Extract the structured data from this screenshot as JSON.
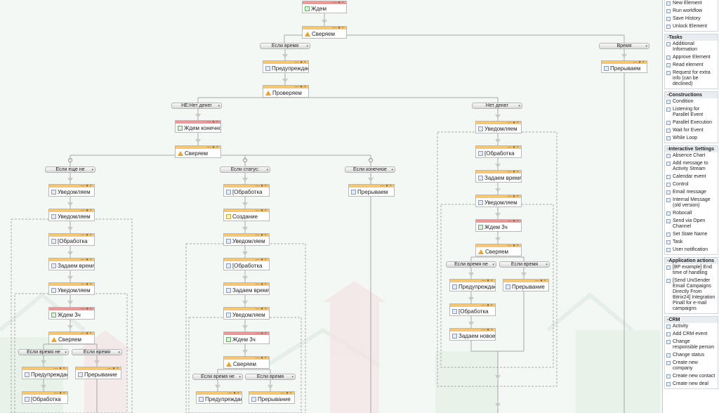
{
  "canvas": {
    "blocks": [
      {
        "id": "b1",
        "text": "Ждем",
        "style": "pink",
        "icon": "g"
      },
      {
        "id": "b2",
        "text": "Сверяем",
        "style": "norm",
        "icon": "w"
      },
      {
        "id": "b3",
        "text": "Предупреждаем",
        "style": "norm",
        "icon": "b"
      },
      {
        "id": "b4",
        "text": "Проверяем",
        "style": "norm",
        "icon": "w"
      },
      {
        "id": "b5",
        "text": "Ждем конечной",
        "style": "pink",
        "icon": "g"
      },
      {
        "id": "b6",
        "text": "Сверяем",
        "style": "norm",
        "icon": "w"
      },
      {
        "id": "c1",
        "text": "Уведомляем",
        "style": "norm",
        "icon": "b"
      },
      {
        "id": "c2",
        "text": "Уведомляем",
        "style": "norm",
        "icon": "b"
      },
      {
        "id": "c3",
        "text": "[Обработка",
        "style": "norm",
        "icon": "b"
      },
      {
        "id": "c4",
        "text": "Задаем время",
        "style": "norm",
        "icon": "b"
      },
      {
        "id": "c5",
        "text": "Уведомляем",
        "style": "norm",
        "icon": "b"
      },
      {
        "id": "c6",
        "text": "Ждем 3ч",
        "style": "pink",
        "icon": "g"
      },
      {
        "id": "c7",
        "text": "Сверяем",
        "style": "norm",
        "icon": "w"
      },
      {
        "id": "c8",
        "text": "Предупреждаем",
        "style": "norm",
        "icon": "b"
      },
      {
        "id": "c9",
        "text": "Прерывание",
        "style": "norm",
        "icon": "b"
      },
      {
        "id": "c10",
        "text": "[Обработка",
        "style": "norm",
        "icon": "b"
      },
      {
        "id": "d1",
        "text": "[Обработка",
        "style": "norm",
        "icon": "b"
      },
      {
        "id": "d2",
        "text": "Создание",
        "style": "norm",
        "icon": "c"
      },
      {
        "id": "d3",
        "text": "Уведомляем",
        "style": "norm",
        "icon": "b"
      },
      {
        "id": "d4",
        "text": "[Обработка",
        "style": "norm",
        "icon": "b"
      },
      {
        "id": "d5",
        "text": "Задаем время",
        "style": "norm",
        "icon": "b"
      },
      {
        "id": "d6",
        "text": "Уведомляем",
        "style": "norm",
        "icon": "b"
      },
      {
        "id": "d7",
        "text": "Ждем 3ч",
        "style": "pink",
        "icon": "g"
      },
      {
        "id": "d8",
        "text": "Сверяем",
        "style": "norm",
        "icon": "w"
      },
      {
        "id": "d9",
        "text": "Предупреждаем",
        "style": "norm",
        "icon": "b"
      },
      {
        "id": "d10",
        "text": "Прерывание",
        "style": "norm",
        "icon": "b"
      },
      {
        "id": "e1",
        "text": "Прерываем",
        "style": "norm",
        "icon": "b"
      },
      {
        "id": "f1",
        "text": "Уведомляем",
        "style": "norm",
        "icon": "b"
      },
      {
        "id": "f2",
        "text": "[Обработка",
        "style": "norm",
        "icon": "b"
      },
      {
        "id": "f3",
        "text": "Задаем время",
        "style": "norm",
        "icon": "b"
      },
      {
        "id": "f4",
        "text": "Уведомляем",
        "style": "norm",
        "icon": "b"
      },
      {
        "id": "f5",
        "text": "Ждем 3ч",
        "style": "pink",
        "icon": "g"
      },
      {
        "id": "f6",
        "text": "Сверяем",
        "style": "norm",
        "icon": "w"
      },
      {
        "id": "f7",
        "text": "Предупреждаем",
        "style": "norm",
        "icon": "b"
      },
      {
        "id": "f8",
        "text": "Прерывание",
        "style": "norm",
        "icon": "b"
      },
      {
        "id": "f9",
        "text": "[Обработка",
        "style": "norm",
        "icon": "b"
      },
      {
        "id": "f10",
        "text": "Задаем новое",
        "style": "norm",
        "icon": "b"
      },
      {
        "id": "g1",
        "text": "Прерываем",
        "style": "norm",
        "icon": "b"
      }
    ],
    "branches": [
      {
        "id": "r1",
        "text": "Если время"
      },
      {
        "id": "r2",
        "text": "Время"
      },
      {
        "id": "r3",
        "text": "НЕ:Нет денег"
      },
      {
        "id": "r4",
        "text": "Нет денег"
      },
      {
        "id": "r5",
        "text": "Если еще не"
      },
      {
        "id": "r6",
        "text": "Если статус:"
      },
      {
        "id": "r7",
        "text": "Если конечное"
      },
      {
        "id": "r8",
        "text": "Если время не"
      },
      {
        "id": "r9",
        "text": "Если время"
      },
      {
        "id": "r10",
        "text": "Если время не"
      },
      {
        "id": "r11",
        "text": "Если время"
      },
      {
        "id": "r12",
        "text": "Если время не"
      },
      {
        "id": "r13",
        "text": "Если время"
      }
    ]
  },
  "panel": {
    "sections": [
      {
        "title": "",
        "items": [
          "New Element",
          "Run workflow",
          "Save History",
          "Unlock Element"
        ]
      },
      {
        "title": "Tasks",
        "items": [
          "Additional Information",
          "Approve Element",
          "Read element",
          "Request for extra info (can be declined)"
        ]
      },
      {
        "title": "Constructions",
        "items": [
          "Condition",
          "Listening for Parallel Event",
          "Parallel Execution",
          "Wait for Event",
          "While Loop"
        ]
      },
      {
        "title": "Interactive Settings",
        "items": [
          "Absence Chart",
          "Add message to Activity Stream",
          "Calendar event",
          "Control",
          "Email message",
          "Internal Message (old version)",
          "Robocall",
          "Send via Open Channel",
          "Set State Name",
          "Task",
          "User notification"
        ]
      },
      {
        "title": "Application actions",
        "items": [
          "[BP example] End time of handling",
          "[Send UniSender Email Campaigns Directly From Bitrix24] Integration Pinall for e-mail campaigns"
        ]
      },
      {
        "title": "CRM",
        "items": [
          "Activity",
          "Add CRM event",
          "Change responsible person",
          "Change status",
          "Create new company",
          "Create new contact",
          "Create new deal"
        ]
      }
    ]
  }
}
